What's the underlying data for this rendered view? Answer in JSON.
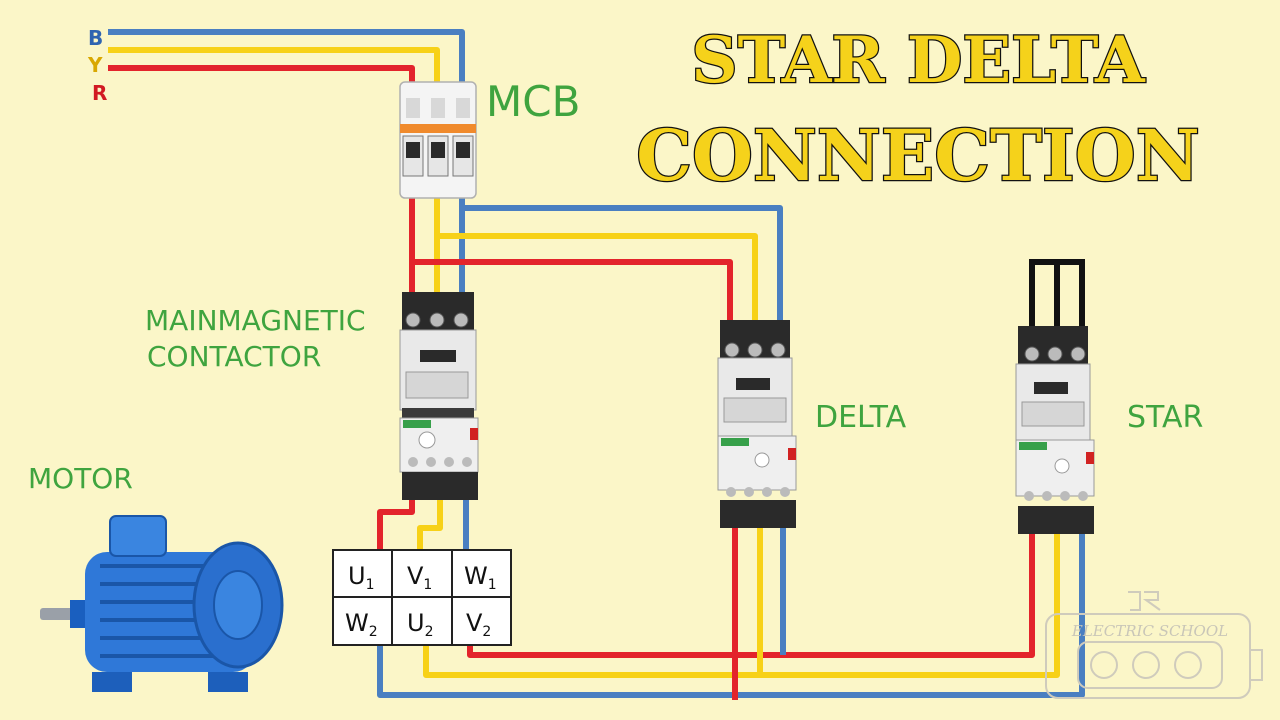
{
  "title": {
    "line1": "STAR DELTA",
    "line2": "CONNECTION"
  },
  "supply": {
    "phases": [
      "B",
      "Y",
      "R"
    ]
  },
  "labels": {
    "mcb": "MCB",
    "main_contactor_line1": "MAINMAGNETIC",
    "main_contactor_line2": "CONTACTOR",
    "motor": "MOTOR",
    "delta": "DELTA",
    "star": "STAR"
  },
  "terminal_box": {
    "top": [
      {
        "letter": "U",
        "sub": "1"
      },
      {
        "letter": "V",
        "sub": "1"
      },
      {
        "letter": "W",
        "sub": "1"
      }
    ],
    "bottom": [
      {
        "letter": "W",
        "sub": "2"
      },
      {
        "letter": "U",
        "sub": "2"
      },
      {
        "letter": "V",
        "sub": "2"
      }
    ]
  },
  "watermark": {
    "text": "ELECTRIC SCHOOL"
  },
  "colors": {
    "background": "#fbf6c8",
    "red": "#e3242b",
    "yellow": "#f7d117",
    "blue": "#4a7fc1",
    "label_green": "#3fa43f",
    "title_yellow": "#f5d21b"
  }
}
